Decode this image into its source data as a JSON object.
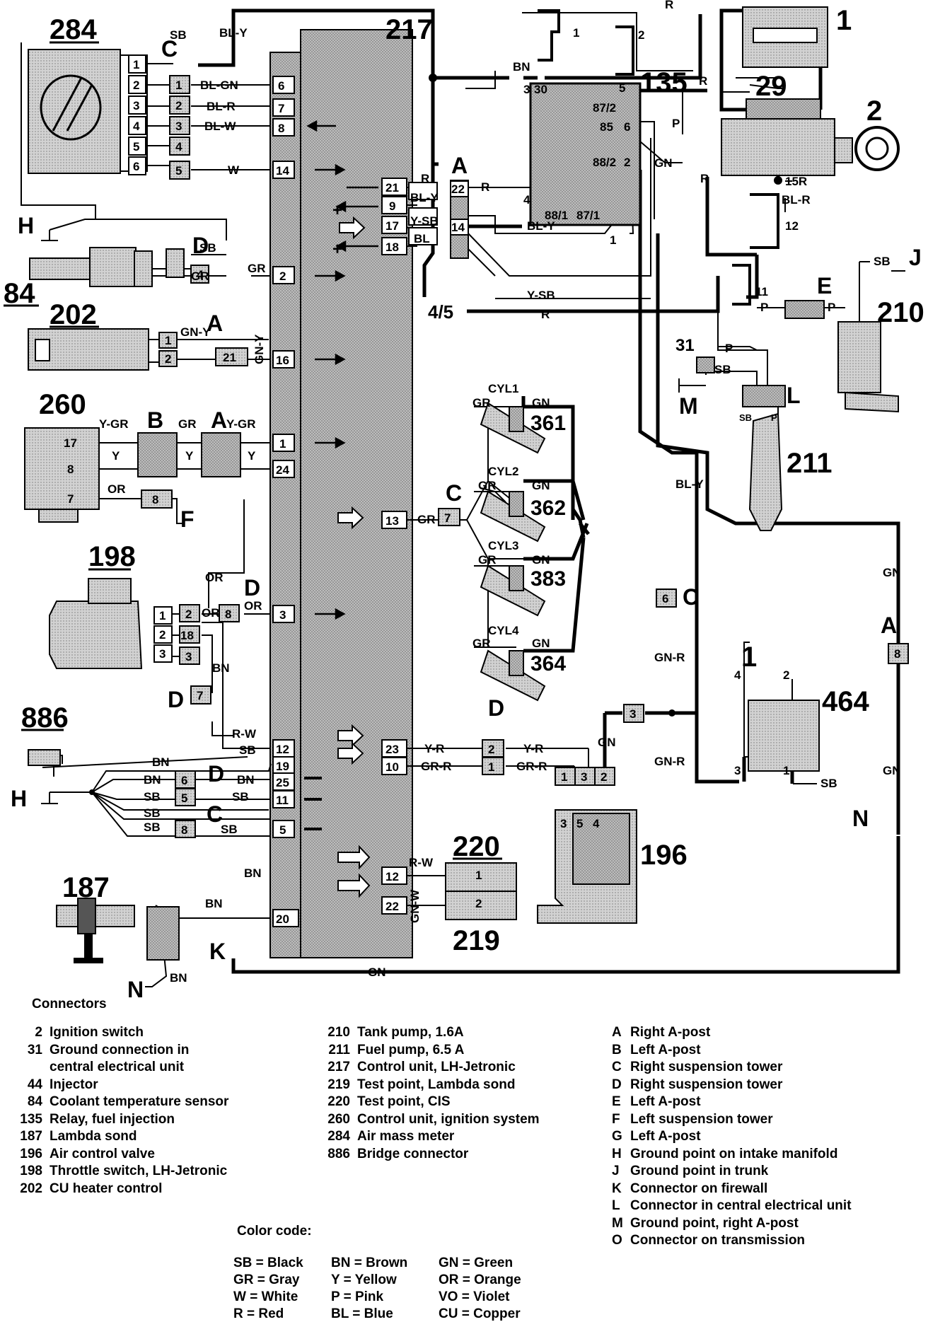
{
  "components": {
    "c284": "284",
    "c217": "217",
    "c1_top": "1",
    "c29": "29",
    "c2": "2",
    "c135": "135",
    "c202": "202",
    "c84": "84",
    "c260": "260",
    "c198": "198",
    "c886": "886",
    "c187": "187",
    "c220": "220",
    "c219": "219",
    "c196": "196",
    "c464": "464",
    "c1_464": "1",
    "c210": "210",
    "c211": "211",
    "c31": "31",
    "c361": "361",
    "c362": "362",
    "c383": "383",
    "c364": "364",
    "c4_5": "4/5"
  },
  "letters": {
    "H_top": "H",
    "D_84": "D",
    "A_202": "A",
    "B_260": "B",
    "A_260": "A",
    "F_260": "F",
    "D_198": "D",
    "D_7": "D",
    "H_bot": "H",
    "D_25": "D",
    "C_11": "C",
    "K": "K",
    "N_bot": "N",
    "C_cyl": "C",
    "A_217": "A",
    "D_196": "D",
    "C_6": "C",
    "A_right": "A",
    "N_464": "N",
    "E": "E",
    "J": "J",
    "M": "M",
    "L": "L",
    "C_284": "C"
  },
  "wires": {
    "sb_284": "SB",
    "bly_top": "BL-Y",
    "blgn": "BL-GN",
    "blr": "BL-R",
    "blw": "BL-W",
    "w": "W",
    "sb_84": "SB",
    "gr_84a": "GR",
    "gr_84b": "GR",
    "gny_a": "GN-Y",
    "gny_b": "GN-Y",
    "ygr_1": "Y-GR",
    "gr_260": "GR",
    "ygr_2": "Y-GR",
    "y_1": "Y",
    "y_2": "Y",
    "y_3": "Y",
    "or_260": "OR",
    "or_198a": "OR",
    "or_198b": "OR",
    "or_198c": "OR",
    "bn_198": "BN",
    "rw_12": "R-W",
    "sb_19": "SB",
    "bn_h1": "BN",
    "bn_h2": "BN",
    "bn_25": "BN",
    "sb_h1": "SB",
    "sb_11": "SB",
    "sb_h2": "SB",
    "sb_h3": "SB",
    "sb_5": "SB",
    "bn_dash": "BN",
    "bn_187": "BN",
    "bn_k": "BN",
    "r_21": "R",
    "bly_22": "BL-Y",
    "ysb": "Y-SB",
    "bl": "BL",
    "r_a": "R",
    "bly_mid": "BL-Y",
    "ysb_long": "Y-SB",
    "r_long": "R",
    "gr_13": "GR",
    "yr_23": "Y-R",
    "grr_10": "GR-R",
    "yr_d": "Y-R",
    "grr_d": "GR-R",
    "gn_196": "GN",
    "gnr_1": "GN-R",
    "gnr_2": "GN-R",
    "sb_464": "SB",
    "rw_220": "R-W",
    "gnw_219": "GN-W",
    "r_top": "R",
    "bn_top": "BN",
    "r_29": "R",
    "p_135": "P",
    "gn_135": "GN",
    "r_15": "R",
    "bl_r": "BL-R",
    "r_15r": "15R",
    "sb_j": "SB",
    "p_e1": "P",
    "p_e2": "P",
    "p_211": "P",
    "sb_31": "SB",
    "sb_l": "SB",
    "p_l": "P",
    "bly_right": "BL-Y",
    "gn_a1": "GN",
    "gn_a2": "GN",
    "gn_bottom": "GN",
    "cyl1": "CYL1",
    "cyl2": "CYL2",
    "cyl3": "CYL3",
    "cyl4": "CYL4",
    "gr_c1": "GR",
    "gn_c1": "GN",
    "gr_c2": "GR",
    "gn_c2": "GN",
    "gr_c3": "GR",
    "gn_c3": "GN",
    "gr_c4": "GR",
    "gn_c4": "GN"
  },
  "pins": {
    "p284": [
      "1",
      "2",
      "3",
      "4",
      "5",
      "6"
    ],
    "p284b": [
      "1",
      "2",
      "3",
      "4",
      "5"
    ],
    "p217_left": [
      "6",
      "7",
      "8",
      "14",
      "2",
      "16",
      "1",
      "24",
      "3",
      "12",
      "19",
      "25",
      "11",
      "5",
      "20"
    ],
    "p217_right": [
      "21",
      "9",
      "17",
      "18",
      "13",
      "23",
      "10",
      "12",
      "22"
    ],
    "p135": [
      "3",
      "30",
      "5",
      "87/2",
      "85",
      "6",
      "88/2",
      "2",
      "4",
      "88/1",
      "87/1",
      "1"
    ],
    "pA": [
      "22",
      "14"
    ],
    "p12": "12",
    "p11": "11",
    "p1": "1",
    "p2": "2",
    "conn": [
      "4",
      "1",
      "2",
      "21",
      "17",
      "8",
      "7",
      "8",
      "1",
      "2",
      "3",
      "2",
      "18",
      "3",
      "8",
      "7",
      "6",
      "5",
      "8",
      "7",
      "2",
      "1",
      "1",
      "3",
      "2",
      "3",
      "5",
      "4",
      "6",
      "3",
      "8",
      "4",
      "2",
      "3",
      "1",
      "1",
      "2"
    ]
  },
  "signs": {
    "plus": "+"
  },
  "legend_title": "Connectors",
  "legend_col1": [
    {
      "code": "2",
      "text": "Ignition switch"
    },
    {
      "code": "31",
      "text": "Ground connection in"
    },
    {
      "code": "",
      "text": "central electrical unit"
    },
    {
      "code": "44",
      "text": "Injector"
    },
    {
      "code": "84",
      "text": "Coolant temperature sensor"
    },
    {
      "code": "135",
      "text": "Relay, fuel injection"
    },
    {
      "code": "187",
      "text": "Lambda sond"
    },
    {
      "code": "196",
      "text": "Air control valve"
    },
    {
      "code": "198",
      "text": "Throttle switch, LH-Jetronic"
    },
    {
      "code": "202",
      "text": "CU heater control"
    }
  ],
  "legend_col2": [
    {
      "code": "210",
      "text": "Tank pump, 1.6A"
    },
    {
      "code": "211",
      "text": "Fuel pump, 6.5 A"
    },
    {
      "code": "217",
      "text": "Control unit, LH-Jetronic"
    },
    {
      "code": "219",
      "text": "Test point, Lambda sond"
    },
    {
      "code": "220",
      "text": "Test point, CIS"
    },
    {
      "code": "260",
      "text": "Control unit, ignition system"
    },
    {
      "code": "284",
      "text": "Air mass meter"
    },
    {
      "code": "886",
      "text": "Bridge connector"
    }
  ],
  "legend_col3": [
    {
      "code": "A",
      "text": "Right A-post"
    },
    {
      "code": "B",
      "text": "Left A-post"
    },
    {
      "code": "C",
      "text": "Right suspension tower"
    },
    {
      "code": "D",
      "text": "Right suspension tower"
    },
    {
      "code": "E",
      "text": "Left A-post"
    },
    {
      "code": "F",
      "text": "Left suspension tower"
    },
    {
      "code": "G",
      "text": "Left A-post"
    },
    {
      "code": "H",
      "text": "Ground point on intake manifold"
    },
    {
      "code": "J",
      "text": "Ground point in trunk"
    },
    {
      "code": "K",
      "text": "Connector on firewall"
    },
    {
      "code": "L",
      "text": "Connector in central electrical unit"
    },
    {
      "code": "M",
      "text": "Ground point, right A-post"
    },
    {
      "code": "O",
      "text": "Connector on transmission"
    }
  ],
  "color_code_title": "Color code:",
  "color_codes": [
    "SB = Black",
    "BN = Brown",
    "GN = Green",
    "GR = Gray",
    "Y = Yellow",
    "OR = Orange",
    "W = White",
    "P = Pink",
    "VO = Violet",
    "R = Red",
    "BL = Blue",
    "CU = Copper"
  ]
}
